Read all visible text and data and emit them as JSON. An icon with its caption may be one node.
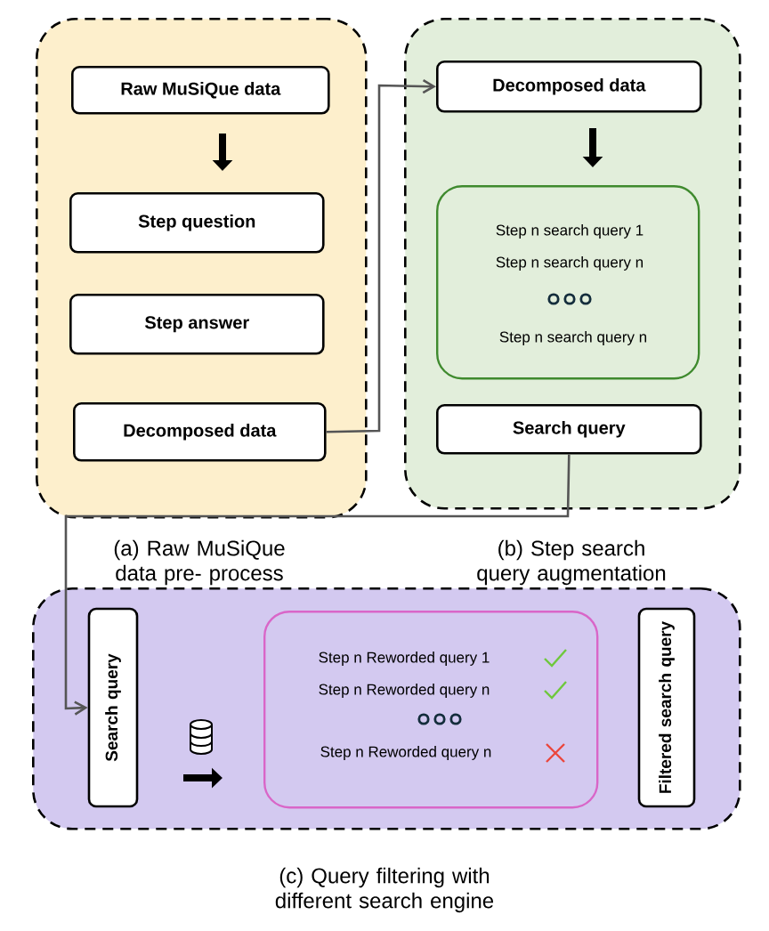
{
  "diagram": {
    "nodes": [
      {
        "text": [
          "(a) Raw MuSiQue data pre- process"
        ]
      },
      {
        "text": [
          "Raw MuSiQue data"
        ],
        "in": 0
      },
      {
        "text": [
          "Step question"
        ],
        "in": 0
      },
      {
        "text": [
          "Step answer"
        ],
        "in": 0
      },
      {
        "text": [
          "Decomposed data"
        ],
        "in": 0
      },
      {
        "text": [
          "(b) Step search query augmentation"
        ]
      },
      {
        "text": [
          "Decomposed data"
        ],
        "in": 5
      },
      {
        "text": [
          "Step n search query 1",
          "Step n search query n",
          "Step n search query n"
        ],
        "in": 5
      },
      {
        "text": [
          "Search query"
        ],
        "in": 5
      },
      {
        "text": [
          "(c) Query filtering with different search engine"
        ]
      },
      {
        "text": [
          "Search query"
        ],
        "in": 9
      },
      {
        "text": [
          "Step n Reworded query 1",
          "Step n Reworded query n",
          "Step n Reworded query n"
        ],
        "in": 9
      },
      {
        "text": [
          "Filtered search query"
        ],
        "in": 9
      }
    ],
    "edges": [
      {
        "from": 1,
        "to": 2,
        "arrow": "to",
        "style": "thick"
      },
      {
        "from": 4,
        "to": 6,
        "arrow": "to"
      },
      {
        "from": 6,
        "to": 7,
        "arrow": "to",
        "style": "thick"
      },
      {
        "from": 8,
        "to": 10,
        "arrow": "to"
      }
    ]
  }
}
